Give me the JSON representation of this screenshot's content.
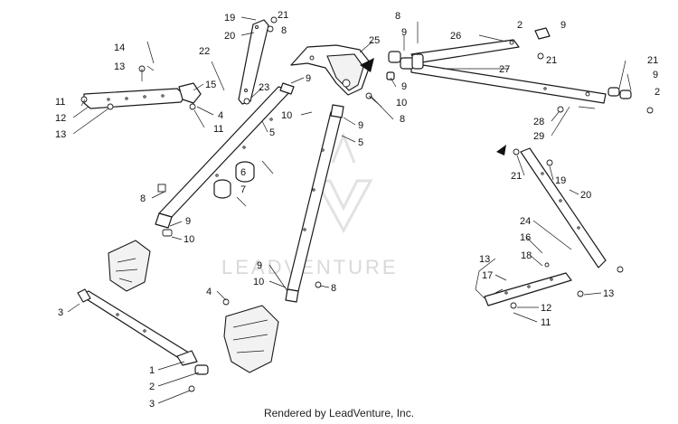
{
  "watermark": "LEADVENTURE",
  "credit": "Rendered by LeadVenture, Inc.",
  "callouts": [
    {
      "id": "c19a",
      "text": "19"
    },
    {
      "id": "c21a",
      "text": "21"
    },
    {
      "id": "c20a",
      "text": "20"
    },
    {
      "id": "c8a",
      "text": "8"
    },
    {
      "id": "c22",
      "text": "22"
    },
    {
      "id": "c14",
      "text": "14"
    },
    {
      "id": "c13a",
      "text": "13"
    },
    {
      "id": "c11a",
      "text": "11"
    },
    {
      "id": "c12a",
      "text": "12"
    },
    {
      "id": "c13b",
      "text": "13"
    },
    {
      "id": "c15",
      "text": "15"
    },
    {
      "id": "c4a",
      "text": "4"
    },
    {
      "id": "c11b",
      "text": "11"
    },
    {
      "id": "c23",
      "text": "23"
    },
    {
      "id": "c9a",
      "text": "9"
    },
    {
      "id": "c5a",
      "text": "5"
    },
    {
      "id": "c10a",
      "text": "10"
    },
    {
      "id": "c6",
      "text": "6"
    },
    {
      "id": "c7",
      "text": "7"
    },
    {
      "id": "c8b",
      "text": "8"
    },
    {
      "id": "c9b",
      "text": "9"
    },
    {
      "id": "c10b",
      "text": "10"
    },
    {
      "id": "c25",
      "text": "25"
    },
    {
      "id": "c8c",
      "text": "8"
    },
    {
      "id": "c9c",
      "text": "9"
    },
    {
      "id": "c9d",
      "text": "9"
    },
    {
      "id": "c10c",
      "text": "10"
    },
    {
      "id": "c8d",
      "text": "8"
    },
    {
      "id": "c9e",
      "text": "9"
    },
    {
      "id": "c5b",
      "text": "5"
    },
    {
      "id": "c2a",
      "text": "2"
    },
    {
      "id": "c9f",
      "text": "9"
    },
    {
      "id": "c26",
      "text": "26"
    },
    {
      "id": "c21b",
      "text": "21"
    },
    {
      "id": "c27",
      "text": "27"
    },
    {
      "id": "c21c",
      "text": "21"
    },
    {
      "id": "c9g",
      "text": "9"
    },
    {
      "id": "c2b",
      "text": "2"
    },
    {
      "id": "c28",
      "text": "28"
    },
    {
      "id": "c29",
      "text": "29"
    },
    {
      "id": "c21d",
      "text": "21"
    },
    {
      "id": "c19b",
      "text": "19"
    },
    {
      "id": "c20b",
      "text": "20"
    },
    {
      "id": "c24",
      "text": "24"
    },
    {
      "id": "c16",
      "text": "16"
    },
    {
      "id": "c13c",
      "text": "13"
    },
    {
      "id": "c18",
      "text": "18"
    },
    {
      "id": "c17",
      "text": "17"
    },
    {
      "id": "c13d",
      "text": "13"
    },
    {
      "id": "c12b",
      "text": "12"
    },
    {
      "id": "c11c",
      "text": "11"
    },
    {
      "id": "c9h",
      "text": "9"
    },
    {
      "id": "c10d",
      "text": "10"
    },
    {
      "id": "c8e",
      "text": "8"
    },
    {
      "id": "c4b",
      "text": "4"
    },
    {
      "id": "c3a",
      "text": "3"
    },
    {
      "id": "c1",
      "text": "1"
    },
    {
      "id": "c2c",
      "text": "2"
    },
    {
      "id": "c3b",
      "text": "3"
    }
  ]
}
